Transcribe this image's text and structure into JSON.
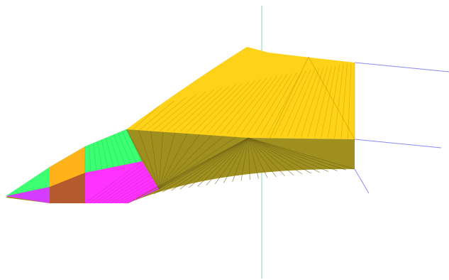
{
  "viewport": {
    "background": "#ffffff",
    "render_mode": "3d-mesh-wireframe-shaded"
  },
  "colors": {
    "axis_vertical": "#8fd1bf",
    "axis_x": "#8a8af0",
    "axis_z": "#8a8af0",
    "top_surface_yellow": "#ffd21a",
    "side_surface_olive": "#9f8f1f",
    "tip_green": "#3cff72",
    "tip_magenta": "#ff33ff",
    "tip_orange": "#ffb21a",
    "tip_brownred": "#b45a2e",
    "tip_purple": "#d43cff",
    "mesh_line_yellow": "#d6a200",
    "mesh_line_olive": "#6f6418",
    "mesh_line_green": "#2bcf58",
    "mesh_line_magenta": "#d41fd4"
  },
  "scene": {
    "objects": [
      "vertical-axis-line",
      "x-axis-lines",
      "z-axis-line",
      "wing-mesh"
    ]
  }
}
